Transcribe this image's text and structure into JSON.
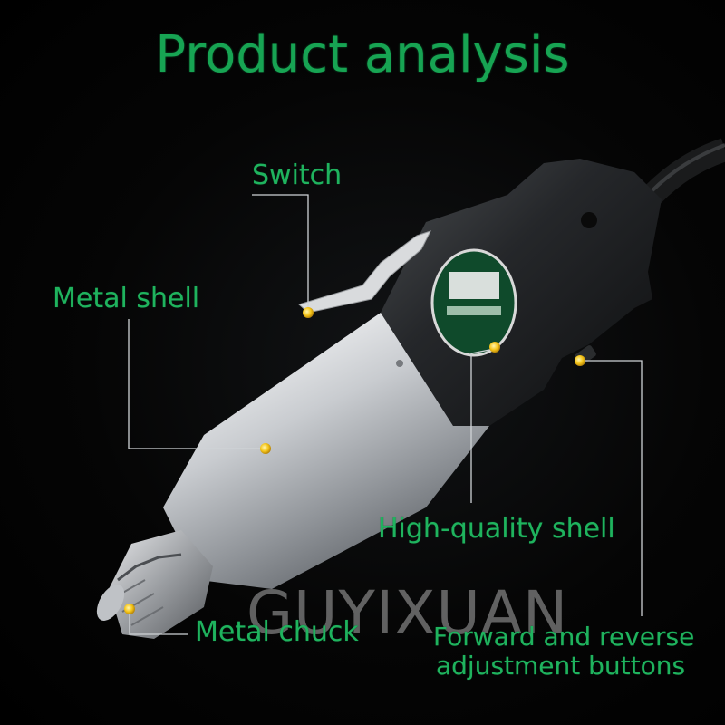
{
  "title": "Product analysis",
  "labels": {
    "switch": "Switch",
    "metal_shell": "Metal shell",
    "high_quality_shell": "High-quality shell",
    "metal_chuck": "Metal chuck",
    "forward_reverse_line1": "Forward and reverse",
    "forward_reverse_line2": "adjustment buttons"
  },
  "watermark": "GUYIXUAN",
  "colors": {
    "title_green": "#17a453",
    "label_green": "#1fb35e",
    "marker_yellow": "#f5c518",
    "leader_line": "#cfd3d6",
    "background": "#000000"
  }
}
